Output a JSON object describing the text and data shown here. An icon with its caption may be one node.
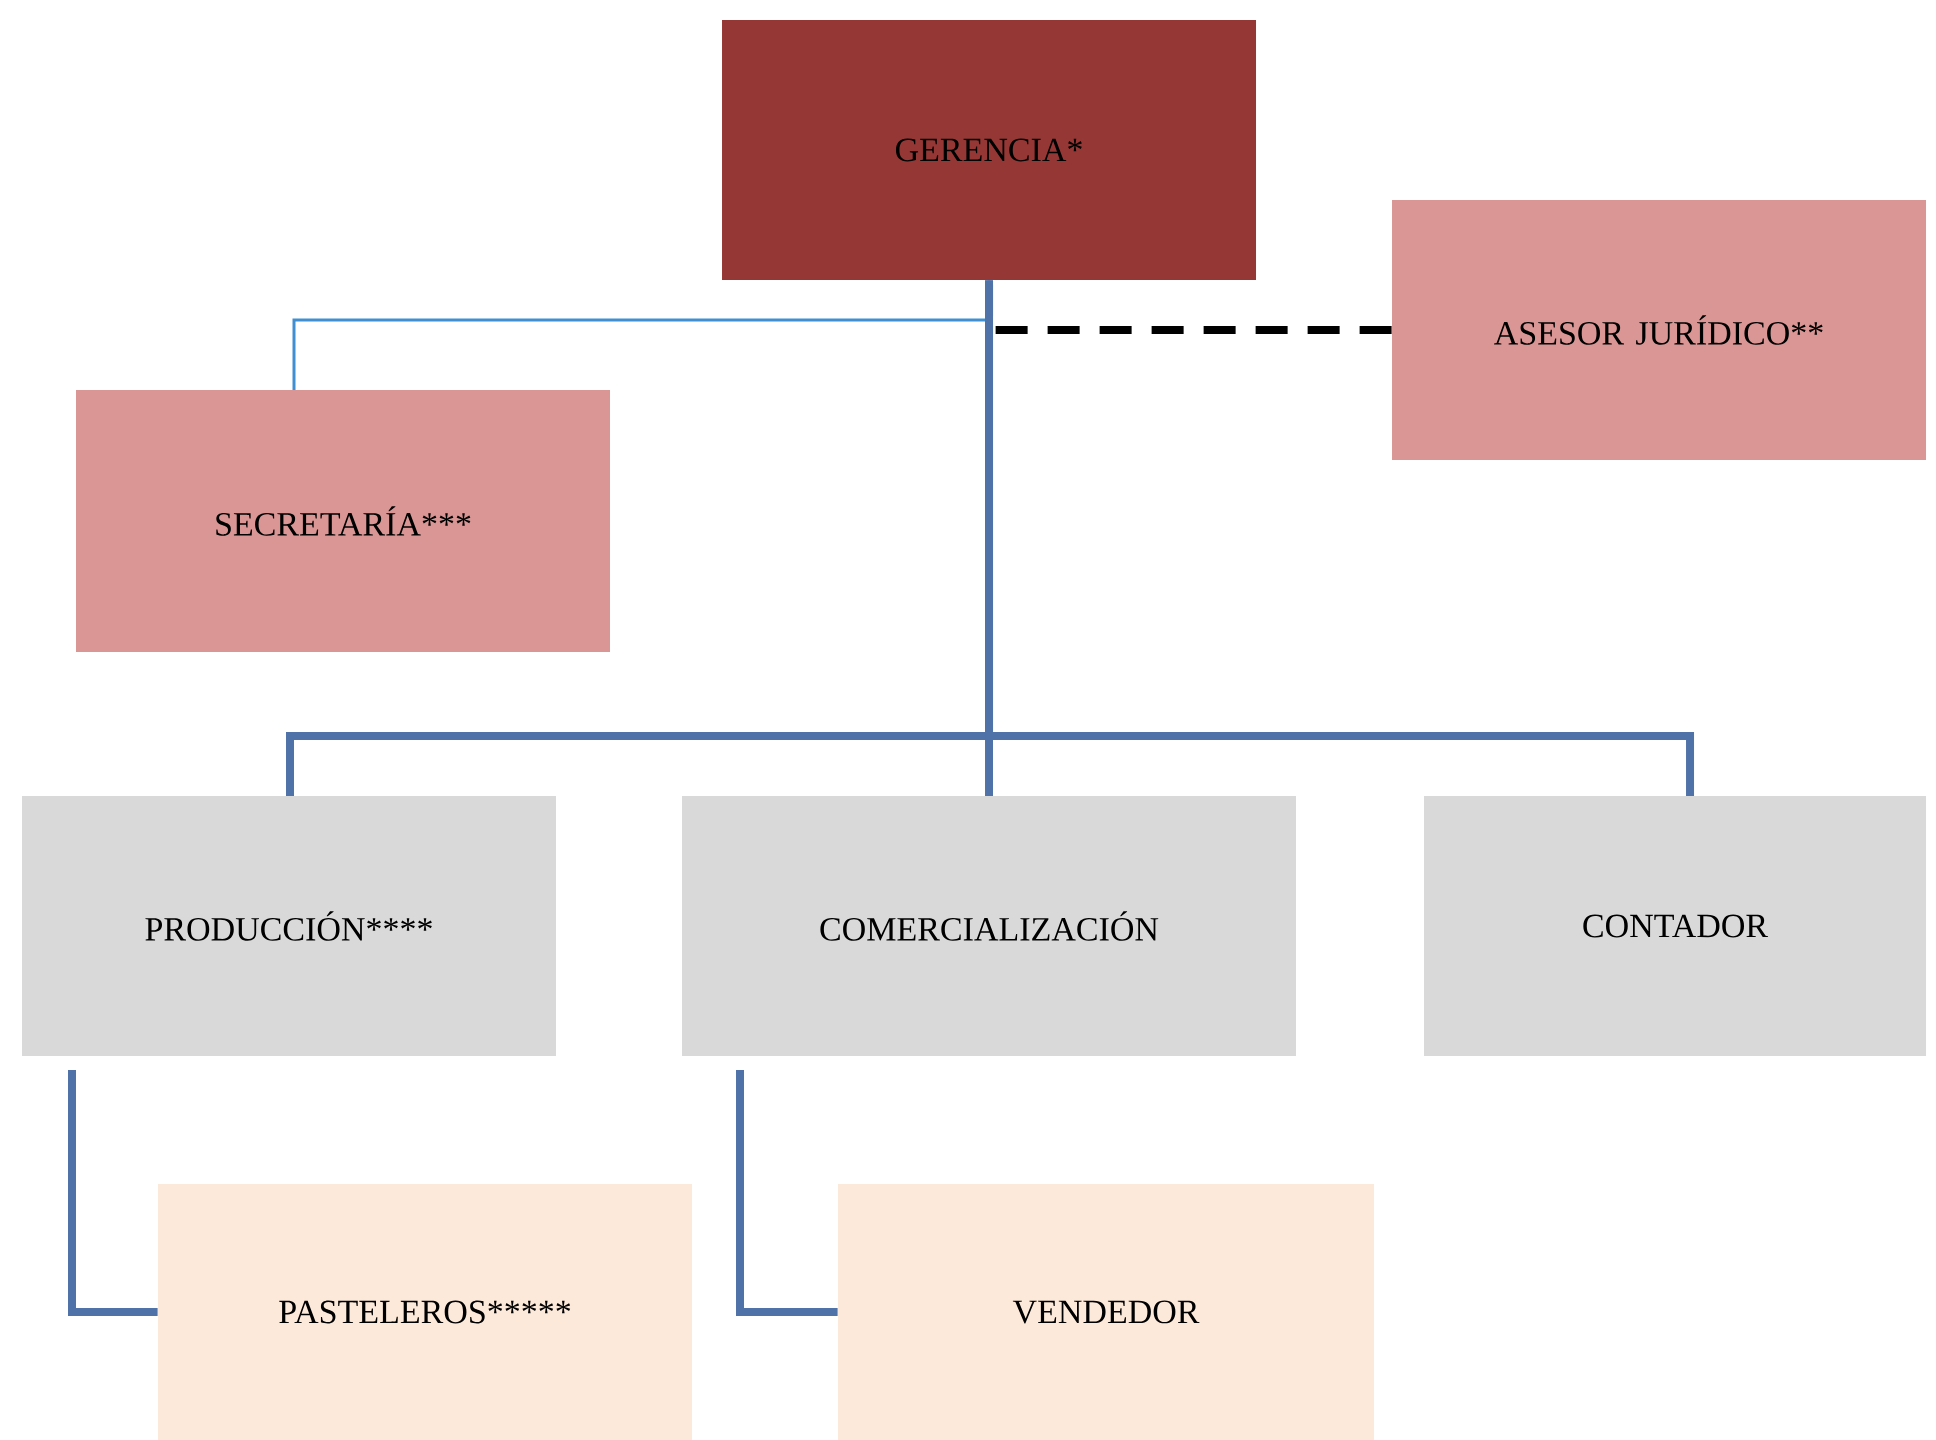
{
  "diagram": {
    "nodes": [
      {
        "text": [
          "GERENCIA*"
        ]
      },
      {
        "text": [
          "ASESOR JURÍDICO**"
        ]
      },
      {
        "text": [
          "SECRETARÍA***"
        ]
      },
      {
        "text": [
          "PRODUCCIÓN****"
        ]
      },
      {
        "text": [
          "COMERCIALIZACIÓN"
        ]
      },
      {
        "text": [
          "CONTADOR"
        ]
      },
      {
        "text": [
          "PASTELEROS*****"
        ]
      },
      {
        "text": [
          "VENDEDOR"
        ]
      }
    ],
    "edges": [
      {
        "from": 0,
        "to": 1,
        "arrow": "none",
        "style": "dashed",
        "color": "#000000"
      },
      {
        "from": 0,
        "to": 2,
        "arrow": "none",
        "color": "#3f8fd2"
      },
      {
        "from": 0,
        "to": 3,
        "arrow": "none"
      },
      {
        "from": 0,
        "to": 4,
        "arrow": "none"
      },
      {
        "from": 0,
        "to": 5,
        "arrow": "none"
      },
      {
        "from": 3,
        "to": 6,
        "arrow": "none"
      },
      {
        "from": 4,
        "to": 7,
        "arrow": "none"
      }
    ]
  }
}
